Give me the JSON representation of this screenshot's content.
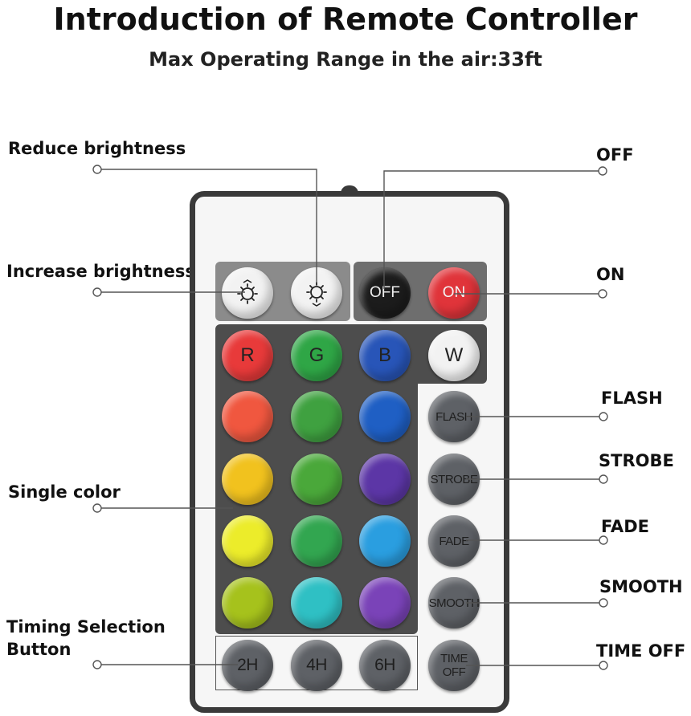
{
  "header": {
    "title": "Introduction of Remote Controller",
    "subtitle": "Max Operating Range in the air:33ft"
  },
  "labels": {
    "reduce_brightness": "Reduce brightness",
    "increase_brightness": "Increase brightness",
    "single_color": "Single color",
    "timing_line1": "Timing Selection",
    "timing_line2": "Button",
    "off": "OFF",
    "on": "ON",
    "flash": "FLASH",
    "strobe": "STROBE",
    "fade": "FADE",
    "smooth": "SMOOTH",
    "time_off": "TIME OFF"
  },
  "buttons": {
    "off": "OFF",
    "on": "ON",
    "r": "R",
    "g": "G",
    "b": "B",
    "w": "W",
    "flash": "FLASH",
    "strobe": "STROBE",
    "fade": "FADE",
    "smooth": "SMOOTH",
    "time_off_line1": "TIME",
    "time_off_line2": "OFF",
    "t2h": "2H",
    "t4h": "4H",
    "t6h": "6H"
  },
  "icons": {
    "increase": "sun-up-icon",
    "reduce": "sun-down-icon"
  },
  "colors": {
    "red": "#e83a3a",
    "green": "#2fa646",
    "blue": "#2855b8",
    "white": "#f2f2f2",
    "row2": [
      "#f0573f",
      "#3fa140",
      "#1f5fc4"
    ],
    "row3": [
      "#f1c21e",
      "#4aa83a",
      "#5c36a6"
    ],
    "row4": [
      "#ecec2a",
      "#32a650",
      "#2a9ee0"
    ],
    "row5": [
      "#a6c21c",
      "#2fc0c4",
      "#7a43b8"
    ],
    "off_button": "#1c1c1c",
    "on_button": "#e0343a",
    "mode_button": "#5e6166"
  }
}
